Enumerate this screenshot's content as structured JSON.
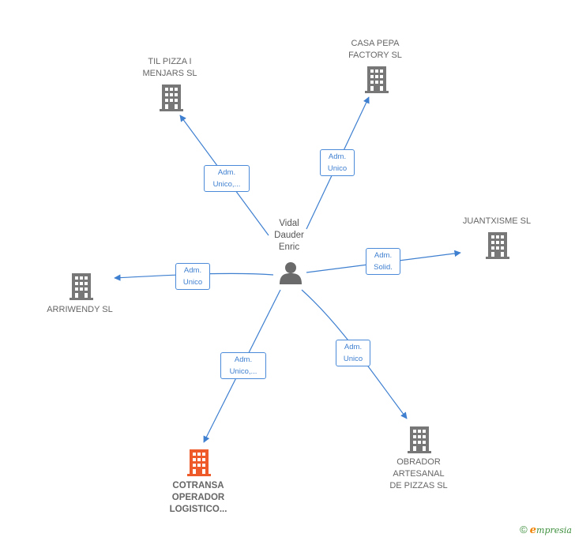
{
  "colors": {
    "edge": "#3e7fd0",
    "building": "#777777",
    "building_highlight": "#ef5a2b",
    "person": "#6a6a6a"
  },
  "center": {
    "lines": [
      "Vidal",
      "Dauder",
      "Enric"
    ],
    "icon": "person-icon"
  },
  "companies": [
    {
      "id": "til-pizza",
      "lines": [
        "TIL PIZZA I",
        "MENJARS  SL"
      ],
      "icon": "building-icon"
    },
    {
      "id": "casa-pepa",
      "lines": [
        "CASA PEPA",
        "FACTORY  SL"
      ],
      "icon": "building-icon"
    },
    {
      "id": "juantxisme",
      "lines": [
        "JUANTXISME SL"
      ],
      "icon": "building-icon"
    },
    {
      "id": "arriwendy",
      "lines": [
        "ARRIWENDY SL"
      ],
      "icon": "building-icon"
    },
    {
      "id": "cotransa",
      "lines": [
        "COTRANSA",
        "OPERADOR",
        "LOGISTICO..."
      ],
      "icon": "building-icon",
      "highlight": true
    },
    {
      "id": "obrador",
      "lines": [
        "OBRADOR",
        "ARTESANAL",
        "DE PIZZAS  SL"
      ],
      "icon": "building-icon"
    }
  ],
  "edges": [
    {
      "to": "til-pizza",
      "lines": [
        "Adm.",
        "Unico,..."
      ]
    },
    {
      "to": "casa-pepa",
      "lines": [
        "Adm.",
        "Unico"
      ]
    },
    {
      "to": "juantxisme",
      "lines": [
        "Adm.",
        "Solid."
      ]
    },
    {
      "to": "arriwendy",
      "lines": [
        "Adm.",
        "Unico"
      ]
    },
    {
      "to": "cotransa",
      "lines": [
        "Adm.",
        "Unico,..."
      ]
    },
    {
      "to": "obrador",
      "lines": [
        "Adm.",
        "Unico"
      ]
    }
  ],
  "footer": {
    "copyright_symbol": "©",
    "brand_first": "e",
    "brand_rest": "mpresia"
  }
}
